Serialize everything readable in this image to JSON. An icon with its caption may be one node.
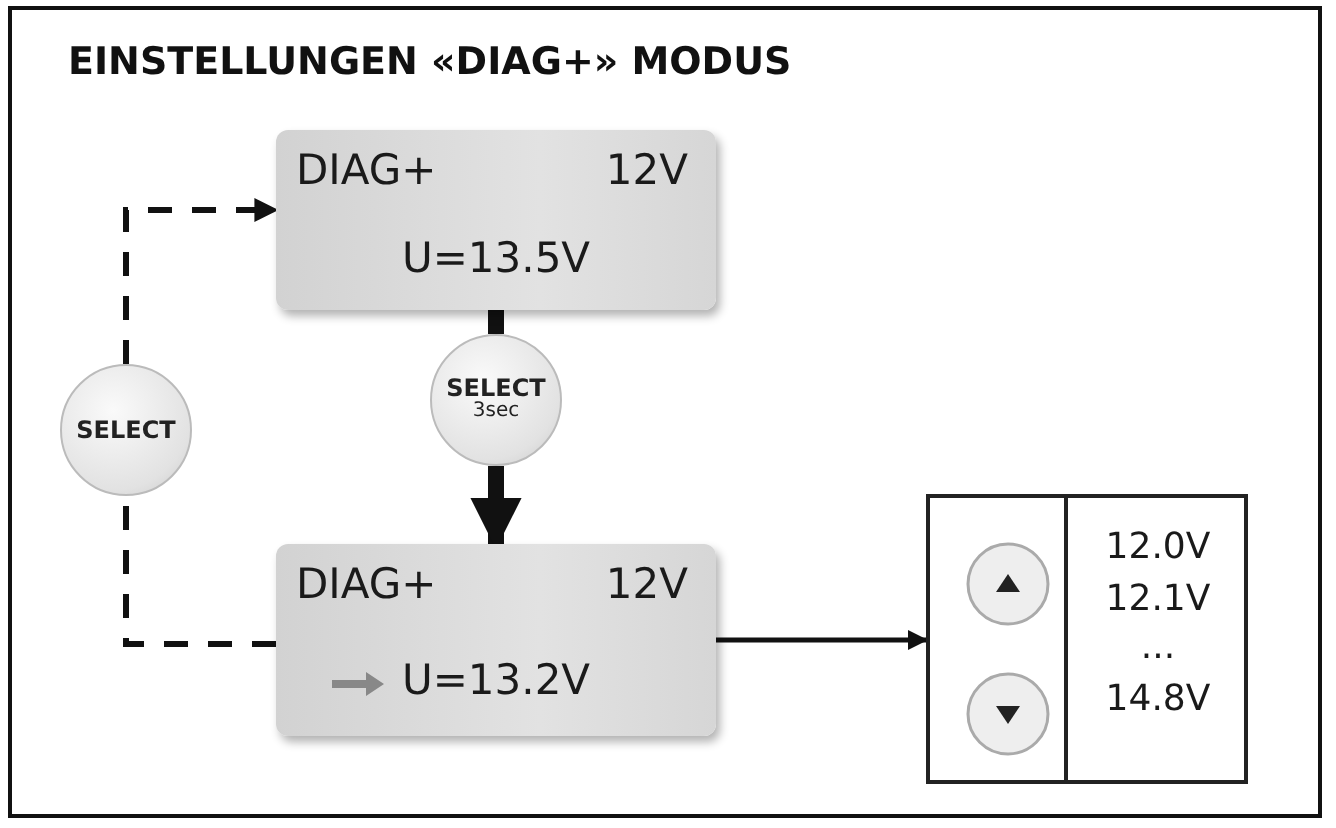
{
  "diagram": {
    "title": "EINSTELLUNGEN «DIAG+» MODUS",
    "nodes": [
      {
        "text": [
          "DIAG+",
          "12V",
          "U=13.5V"
        ]
      },
      {
        "text": [
          "SELECT"
        ]
      },
      {
        "text": [
          "SELECT",
          "3sec"
        ]
      },
      {
        "text": [
          "DIAG+",
          "12V",
          "U=13.2V"
        ]
      },
      {
        "text": [
          "12.0V",
          "12.1V",
          "...",
          "14.8V"
        ]
      }
    ],
    "edges": [
      {
        "from": 3,
        "to": 1,
        "arrow": "none",
        "style": "dashed"
      },
      {
        "from": 1,
        "to": 0,
        "arrow": "to",
        "style": "dashed"
      },
      {
        "from": 0,
        "to": 2,
        "arrow": "none",
        "style": "thick"
      },
      {
        "from": 2,
        "to": 3,
        "arrow": "to",
        "style": "thick"
      },
      {
        "from": 3,
        "to": 4,
        "arrow": "to"
      }
    ]
  }
}
